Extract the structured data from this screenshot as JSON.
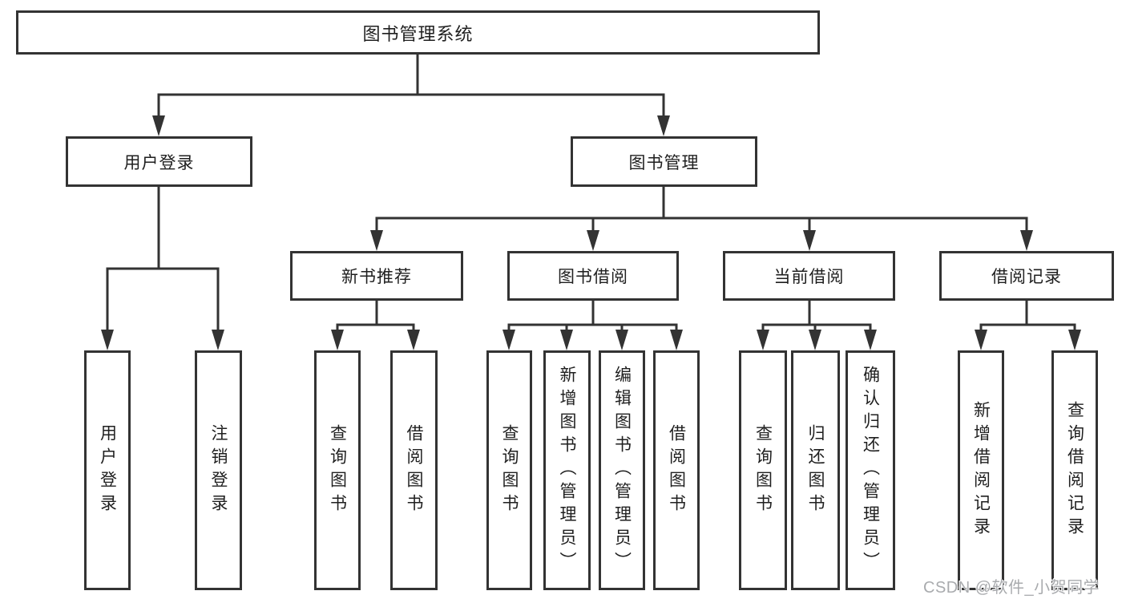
{
  "tree": {
    "label": "图书管理系统",
    "children": [
      {
        "label": "用户登录",
        "children": [
          {
            "label": "用户登录"
          },
          {
            "label": "注销登录"
          }
        ]
      },
      {
        "label": "图书管理",
        "children": [
          {
            "label": "新书推荐",
            "children": [
              {
                "label": "查询图书"
              },
              {
                "label": "借阅图书"
              }
            ]
          },
          {
            "label": "图书借阅",
            "children": [
              {
                "label": "查询图书"
              },
              {
                "label": "新增图书（管理员）"
              },
              {
                "label": "编辑图书（管理员）"
              },
              {
                "label": "借阅图书"
              }
            ]
          },
          {
            "label": "当前借阅",
            "children": [
              {
                "label": "查询图书"
              },
              {
                "label": "归还图书"
              },
              {
                "label": "确认归还（管理员）"
              }
            ]
          },
          {
            "label": "借阅记录",
            "children": [
              {
                "label": "新增借阅记录"
              },
              {
                "label": "查询借阅记录"
              }
            ]
          }
        ]
      }
    ]
  },
  "watermark": {
    "text": "CSDN @软件_小贺同学"
  },
  "colors": {
    "line": "#333333",
    "box_border": "#333333",
    "text": "#1f1f1f",
    "watermark": "#a9abae",
    "background": "#ffffff"
  }
}
